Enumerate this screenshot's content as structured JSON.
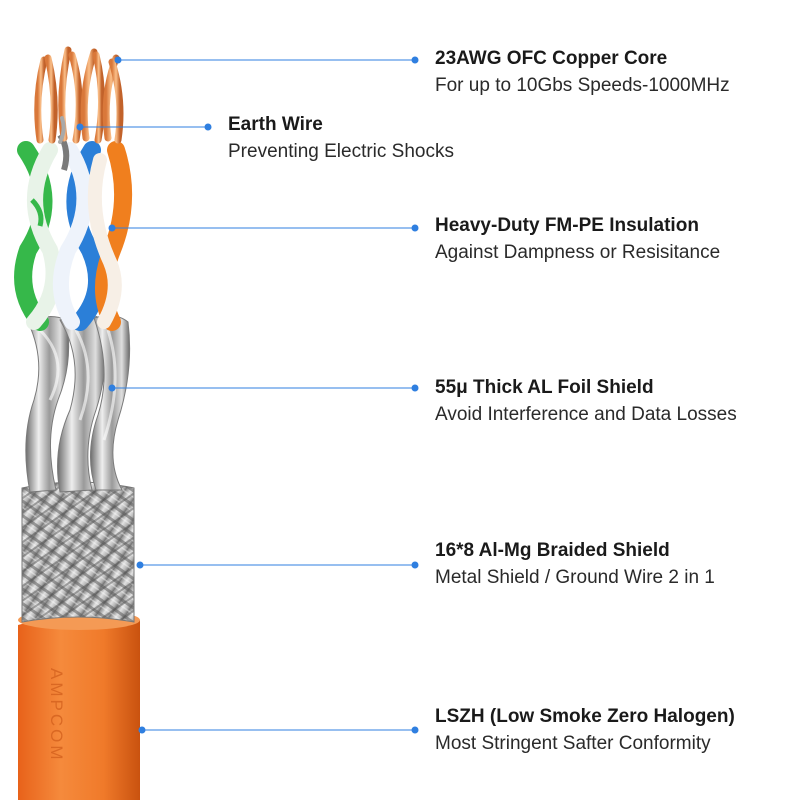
{
  "brand_print": "AMPCOM",
  "accent_color": "#2f7fe0",
  "jacket_color": "#f07a2a",
  "callouts": [
    {
      "title": "23AWG OFC Copper Core",
      "desc": "For up to 10Gbs Speeds-1000MHz"
    },
    {
      "title": "Earth Wire",
      "desc": "Preventing Electric Shocks"
    },
    {
      "title": "Heavy-Duty FM-PE Insulation",
      "desc": "Against Dampness or Resisitance"
    },
    {
      "title": "55μ Thick AL Foil Shield",
      "desc": "Avoid Interference and Data Losses"
    },
    {
      "title": "16*8 Al-Mg Braided Shield",
      "desc": "Metal Shield / Ground Wire 2 in 1"
    },
    {
      "title": "LSZH (Low Smoke Zero Halogen)",
      "desc": "Most Stringent Safter Conformity"
    }
  ]
}
